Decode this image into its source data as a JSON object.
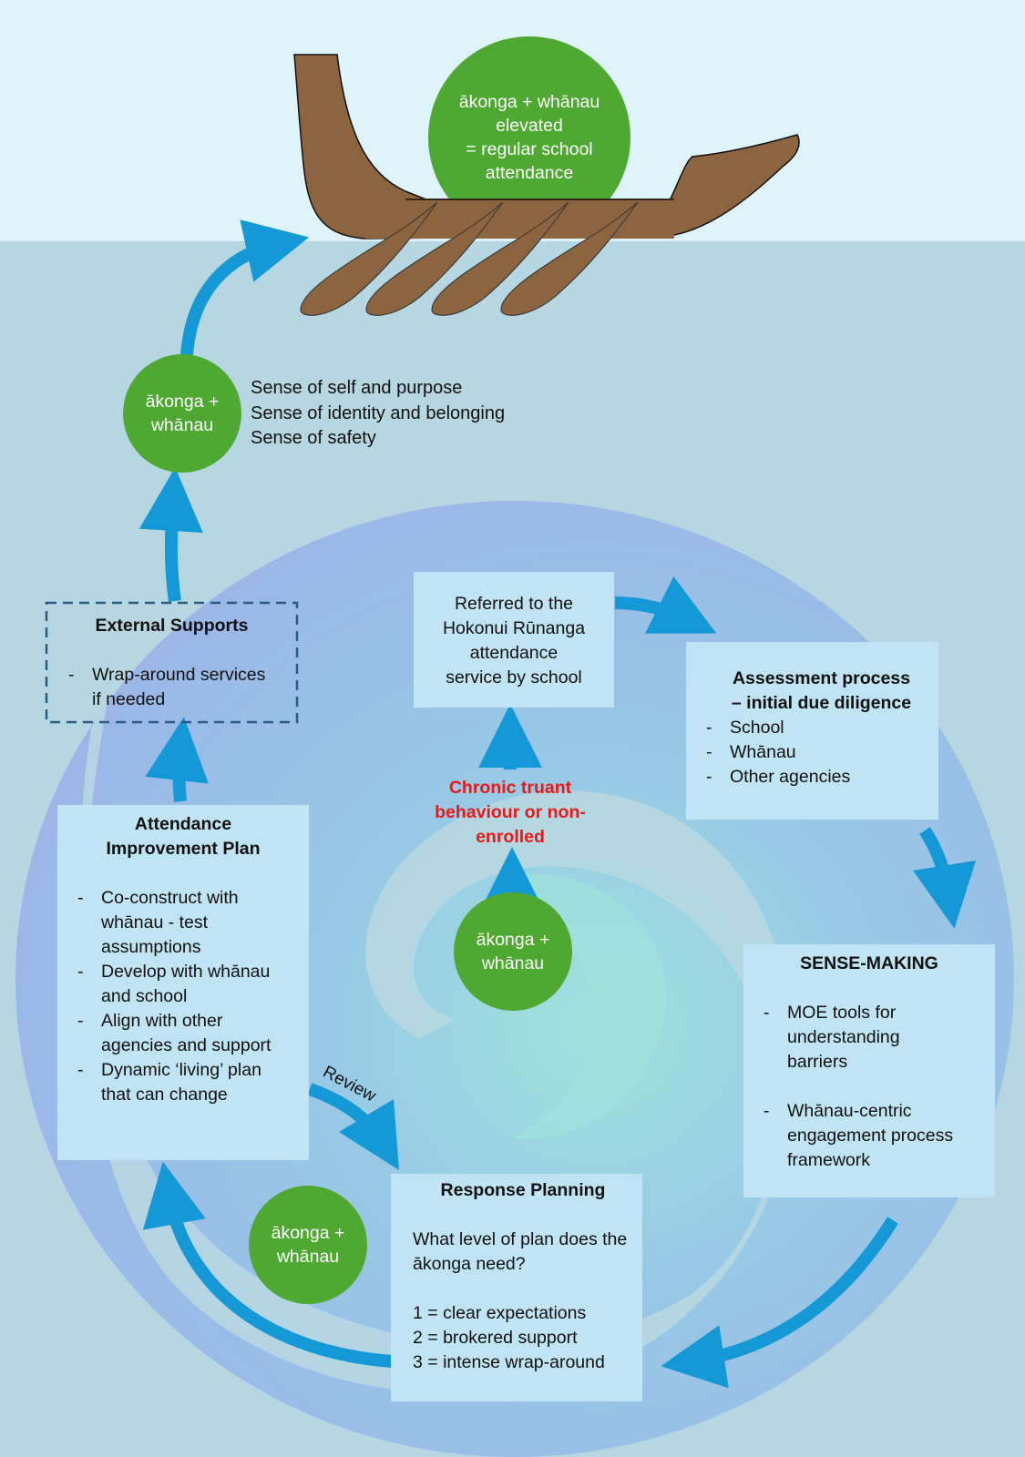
{
  "colors": {
    "sky": "#dff3fb",
    "sea": "#b6d7e1",
    "spiral_outer": "#9ab6e8",
    "spiral_inner": "#9ee3dc",
    "arrow": "#1499d6",
    "circle_green": "#4ea832",
    "box_fill": "#c1e4f4",
    "waka_brown": "#8c6440",
    "alert_red": "#e21b1b"
  },
  "waka": {
    "goal_circle": [
      "ākonga + whānau",
      "elevated",
      "= regular school",
      "attendance"
    ]
  },
  "outcomes": {
    "circle": [
      "ākonga +",
      "whānau"
    ],
    "senses": [
      "Sense of self and purpose",
      "Sense of identity and belonging",
      "Sense of safety"
    ]
  },
  "external_supports": {
    "title": "External Supports",
    "items": [
      "Wrap-around services if needed"
    ]
  },
  "referral": {
    "lines": [
      "Referred to the",
      "Hokonui Rūnanga",
      "attendance",
      "service by school"
    ]
  },
  "assessment": {
    "title_lines": [
      "Assessment process",
      "– initial due diligence"
    ],
    "items": [
      "School",
      "Whānau",
      "Other agencies"
    ]
  },
  "trigger": {
    "lines": [
      "Chronic truant",
      "behaviour or non-",
      "enrolled"
    ]
  },
  "centre_circle": [
    "ākonga +",
    "whānau"
  ],
  "sense_making": {
    "title": "SENSE-MAKING",
    "items": [
      "MOE tools for understanding barriers",
      "Whānau-centric engagement process framework"
    ]
  },
  "attendance_plan": {
    "title_lines": [
      "Attendance",
      "Improvement Plan"
    ],
    "items": [
      "Co-construct with whānau - test assumptions",
      "Develop with whānau and school",
      "Align with other agencies and support",
      "Dynamic ‘living’ plan that can change"
    ]
  },
  "review_label": "Review",
  "lower_circle": [
    "ākonga +",
    "whānau"
  ],
  "response_planning": {
    "title": "Response Planning",
    "question": "What level of plan does the ākonga need?",
    "levels": [
      "1 = clear expectations",
      "2 = brokered support",
      "3 = intense wrap-around"
    ]
  }
}
